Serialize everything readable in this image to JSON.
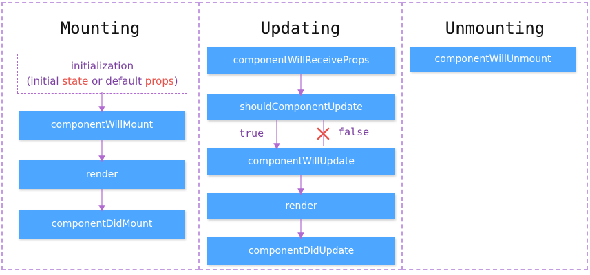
{
  "mounting": {
    "title": "Mounting",
    "init": {
      "line1": "initialization",
      "open": "(initial ",
      "state": "state",
      "or_default": " or default ",
      "props": "props",
      "close": ")"
    },
    "boxes": [
      "componentWillMount",
      "render",
      "componentDidMount"
    ]
  },
  "updating": {
    "title": "Updating",
    "boxes": [
      "componentWillReceiveProps",
      "shouldComponentUpdate",
      "componentWillUpdate",
      "render",
      "componentDidUpdate"
    ],
    "branch_true": "true",
    "branch_false": "false"
  },
  "unmounting": {
    "title": "Unmounting",
    "boxes": [
      "componentWillUnmount"
    ]
  },
  "colors": {
    "box": "#4da6ff",
    "border": "#c39be0",
    "arrow": "#b06ad0",
    "highlight": "#e8524a",
    "text_purple": "#7b3fa0"
  }
}
